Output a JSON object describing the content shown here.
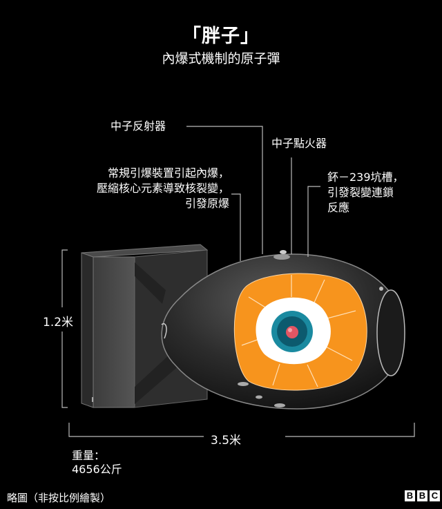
{
  "title": "「胖子」",
  "subtitle": "內爆式機制的原子彈",
  "labels": {
    "neutron_reflector": "中子反射器",
    "neutron_initiator": "中子點火器",
    "explosives_line1": "常規引爆裝置引起內爆，",
    "explosives_line2": "壓縮核心元素導致核裂變，",
    "explosives_line3": "引發原爆",
    "pit_line1": "鈈－239坑槽，",
    "pit_line2": "引發裂變連鎖",
    "pit_line3": "反應"
  },
  "dimensions": {
    "height": "1.2米",
    "length": "3.5米"
  },
  "weight": {
    "label": "重量：",
    "value": "4656公斤"
  },
  "footnote": "略圖（非按比例繪製）",
  "brand": {
    "letters": [
      "B",
      "B",
      "C"
    ]
  },
  "colors": {
    "background": "#000000",
    "casing": "#3a3a3a",
    "explosive_layer": "#f7941d",
    "reflector_layer": "#ffffff",
    "tamper_layer": "#1a8aa0",
    "pit_core": "#e25563"
  }
}
